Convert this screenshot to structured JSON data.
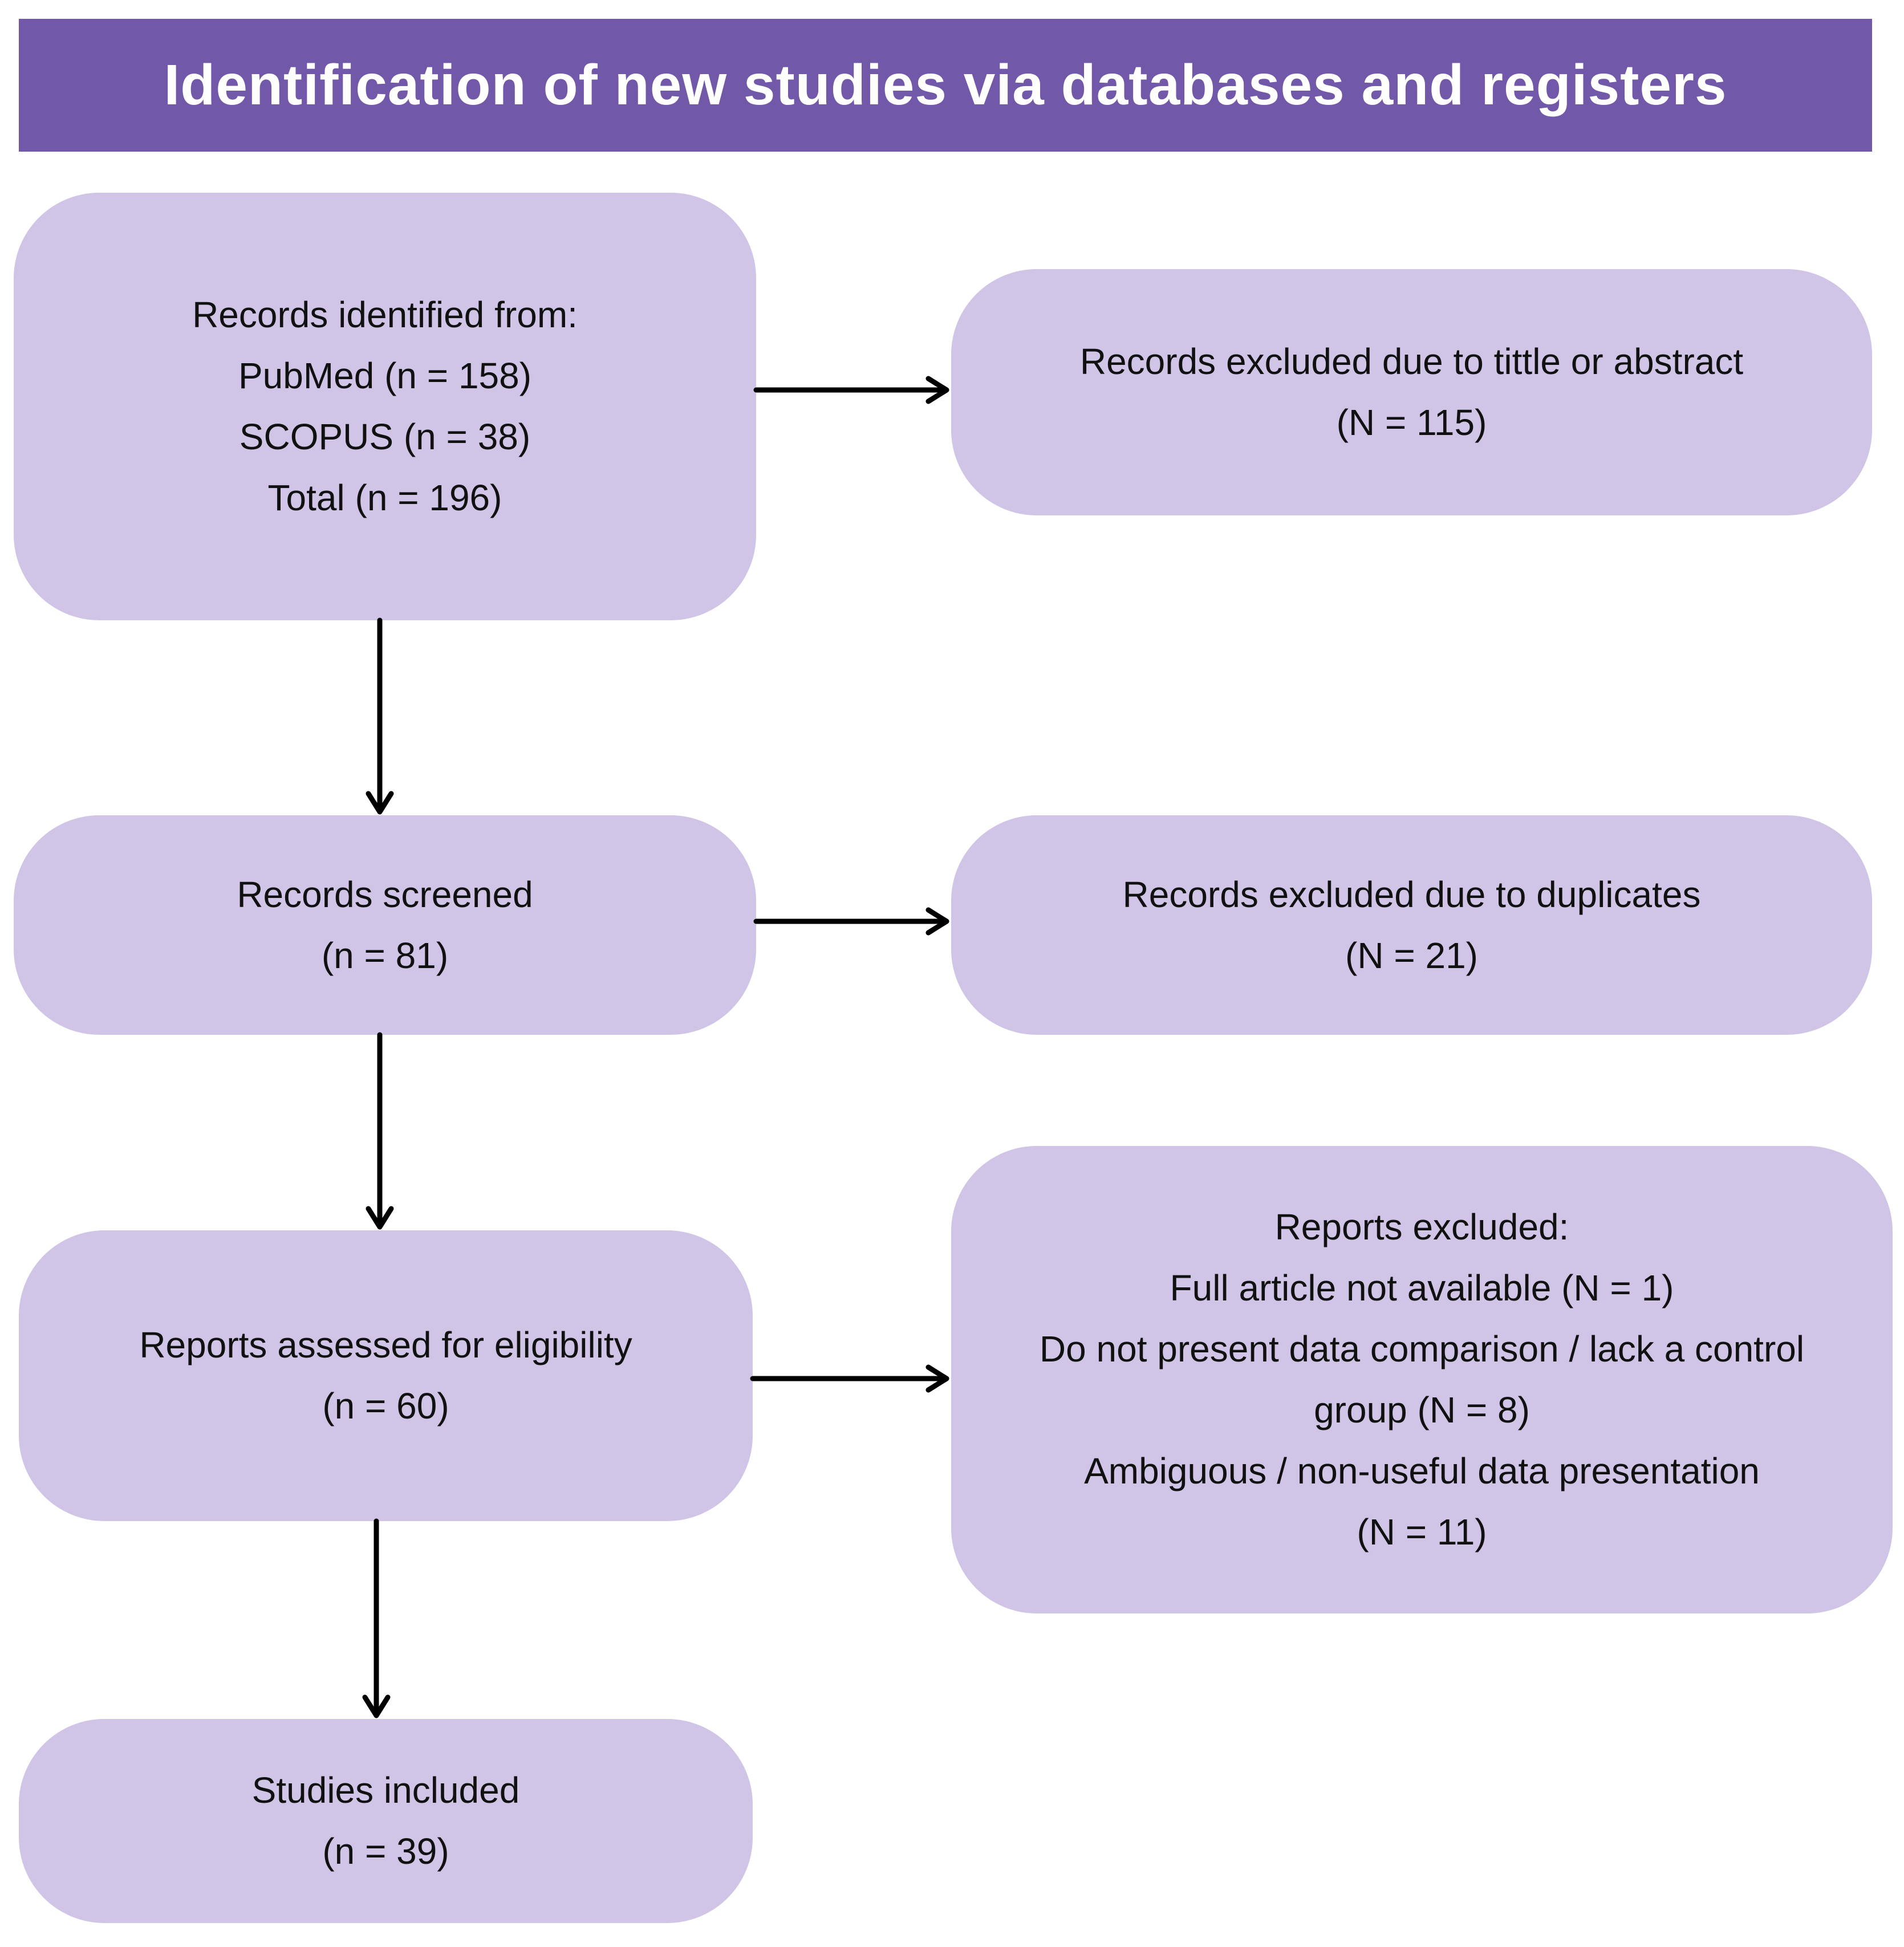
{
  "header": {
    "title": "Identification of new studies via databases and registers"
  },
  "boxes": {
    "identified": {
      "lines": [
        "Records identified from:",
        "PubMed (n = 158)",
        "SCOPUS (n = 38)",
        "Total (n = 196)"
      ]
    },
    "excluded_title": {
      "lines": [
        "Records excluded due to tittle or abstract",
        "(N = 115)"
      ]
    },
    "screened": {
      "lines": [
        "Records screened",
        "(n = 81)"
      ]
    },
    "excluded_duplicates": {
      "lines": [
        "Records excluded due to duplicates",
        "(N = 21)"
      ]
    },
    "assessed": {
      "lines": [
        "Reports assessed for eligibility",
        "(n = 60)"
      ]
    },
    "reports_excluded": {
      "lines": [
        "Reports excluded:",
        "Full article not available (N = 1)",
        "Do not present data comparison / lack a control group (N = 8)",
        "Ambiguous / non-useful data presentation",
        "(N = 11)"
      ]
    },
    "included": {
      "lines": [
        "Studies included",
        "(n = 39)"
      ]
    }
  },
  "colors": {
    "header_bg": "#7258a8",
    "box_bg": "#d0c5e6",
    "arrow": "#000000"
  }
}
